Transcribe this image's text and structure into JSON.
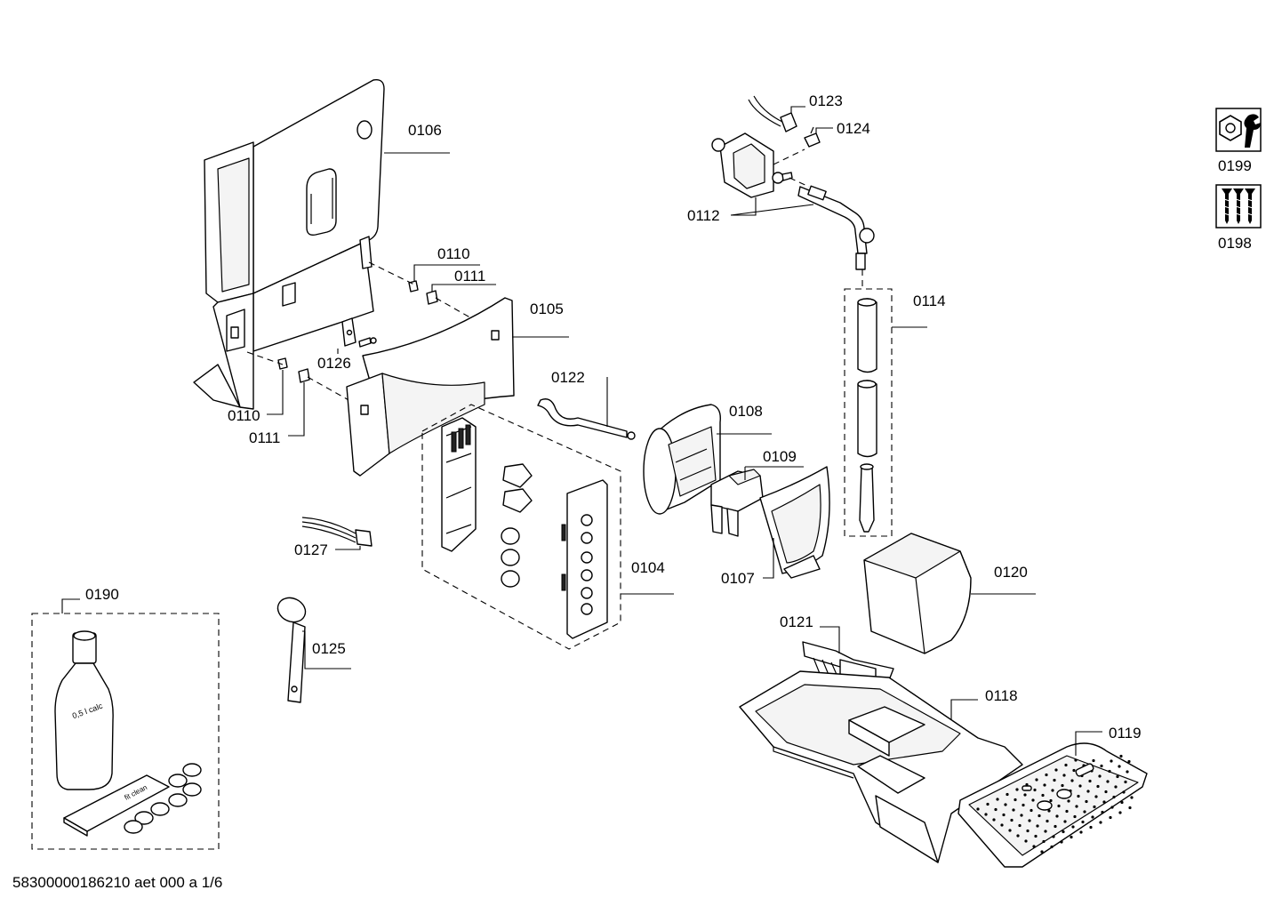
{
  "callouts": {
    "c0106": "0106",
    "c0110a": "0110",
    "c0111a": "0111",
    "c0105": "0105",
    "c0126": "0126",
    "c0110b": "0110",
    "c0111b": "0111",
    "c0123": "0123",
    "c0124": "0124",
    "c0112": "0112",
    "c0114": "0114",
    "c0122": "0122",
    "c0108": "0108",
    "c0109": "0109",
    "c0107": "0107",
    "c0104": "0104",
    "c0127": "0127",
    "c0190": "0190",
    "c0125": "0125",
    "c0120": "0120",
    "c0121": "0121",
    "c0118": "0118",
    "c0119": "0119",
    "c0199": "0199",
    "c0198": "0198"
  },
  "bottle_text": "0,5 l calc",
  "tablet_pack_text": "fit clean",
  "footer": "58300000186210 aet 000 a 1/6",
  "icons": {
    "tools": "tool-wrench-icon",
    "screws": "screw-set-icon"
  }
}
